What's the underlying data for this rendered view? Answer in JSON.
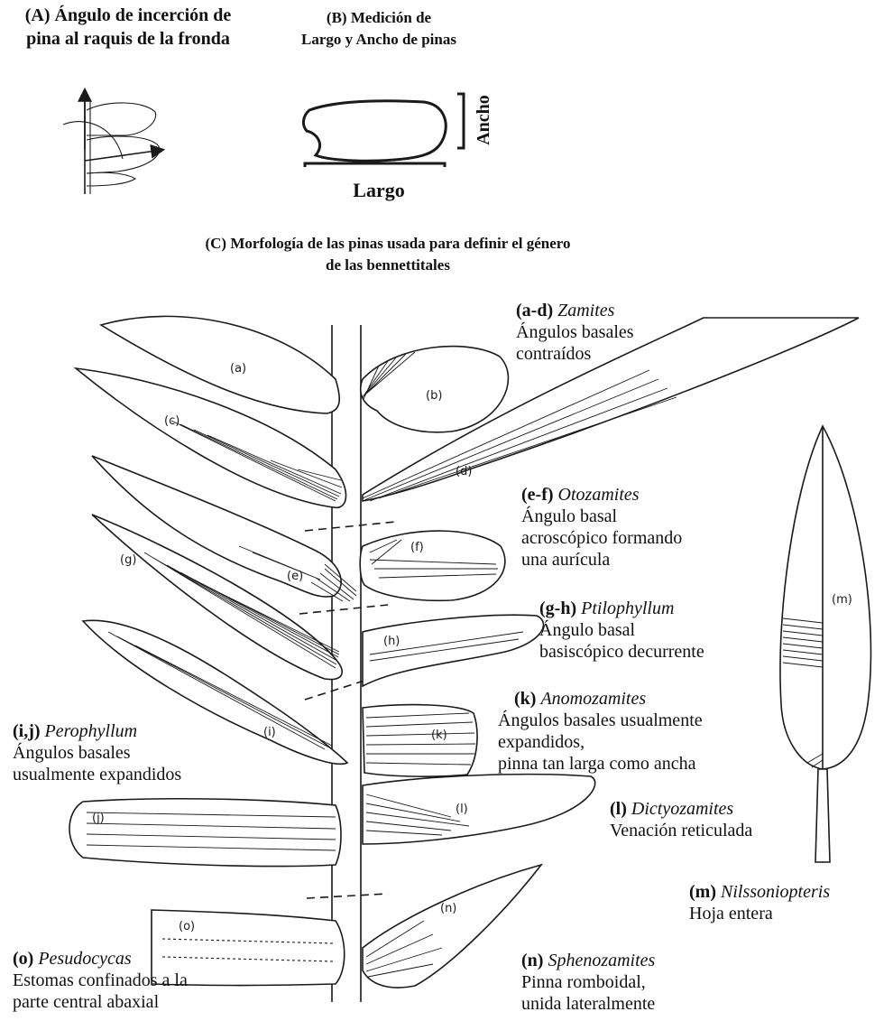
{
  "panel_a": {
    "title_line1": "(A) Ángulo de incerción de",
    "title_line2": "pina al raquis de la fronda"
  },
  "panel_b": {
    "title_line1": "(B) Medición de",
    "title_line2": "Largo y Ancho de pinas",
    "width_label": "Ancho",
    "length_label": "Largo"
  },
  "panel_c": {
    "title_line1": "(C) Morfología de las pinas usada para definir el género",
    "title_line2": "de las bennettitales"
  },
  "figure_letters": [
    "(a)",
    "(b)",
    "(c)",
    "(d)",
    "(e)",
    "(f)",
    "(g)",
    "(h)",
    "(i)",
    "(k)",
    "(j)",
    "(l)",
    "(o)",
    "(n)",
    "(m)"
  ],
  "captions": {
    "ad": {
      "code": "(a-d)",
      "genus": "Zamites",
      "line1": "Ángulos basales",
      "line2": "contraídos"
    },
    "ef": {
      "code": "(e-f)",
      "genus": "Otozamites",
      "line1": "Ángulo basal",
      "line2": "acroscópico formando",
      "line3": "una aurícula"
    },
    "gh": {
      "code": "(g-h)",
      "genus": "Ptilophyllum",
      "line1": "Ángulo basal",
      "line2": "basiscópico decurrente"
    },
    "k": {
      "code": "(k)",
      "genus": "Anomozamites",
      "line1": "Ángulos basales usualmente",
      "line2": "expandidos,",
      "line3": "pinna tan larga como ancha"
    },
    "ij": {
      "code": "(i,j)",
      "genus": "Perophyllum",
      "line1": "Ángulos basales",
      "line2": "usualmente expandidos"
    },
    "l": {
      "code": "(l)",
      "genus": "Dictyozamites",
      "line1": "Venación reticulada"
    },
    "m": {
      "code": "(m)",
      "genus": "Nilssoniopteris",
      "line1": "Hoja entera"
    },
    "n": {
      "code": "(n)",
      "genus": "Sphenozamites",
      "line1": "Pinna romboidal,",
      "line2": "unida lateralmente"
    },
    "o": {
      "code": "(o)",
      "genus": "Pesudocycas",
      "line1": "Estomas confinados a la",
      "line2": "parte central abaxial"
    }
  }
}
